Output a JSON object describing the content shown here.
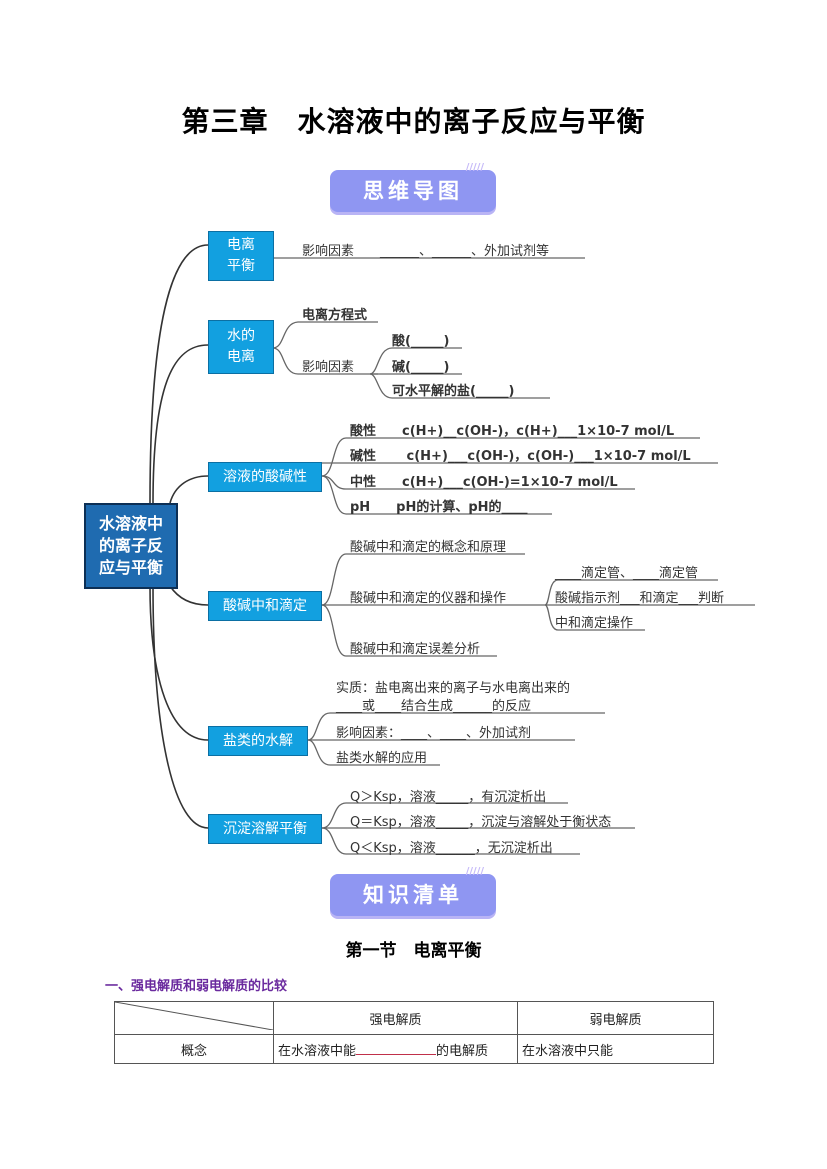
{
  "title": "第三章　水溶液中的离子反应与平衡",
  "banner_mindmap": "思维导图",
  "banner_knowledge": "知识清单",
  "colors": {
    "node": "#12a0e0",
    "root": "#1f6bb0",
    "banner": "#8f96f2",
    "subheading": "#6a2a9e"
  },
  "root": {
    "label": "水溶液中的离子反应与平衡",
    "lines": [
      "水溶液中",
      "的离子反",
      "应与平衡"
    ]
  },
  "branches": [
    {
      "lines": [
        "电离",
        "平衡"
      ],
      "leaves": [
        "影响因素　　______、______、外加试剂等"
      ]
    },
    {
      "lines": [
        "水的",
        "电离"
      ],
      "leaves": [
        "电离方程式",
        "影响因素"
      ],
      "subleaves": [
        "酸(_____)",
        "碱(_____)",
        "可水平解的盐(_____)"
      ]
    },
    {
      "lines": [
        "溶液的酸碱性"
      ],
      "leaves": [
        "酸性　　c(H+)__c(OH-)，c(H+)___1×10-7 mol/L",
        "碱性　　 c(H+)___c(OH-)，c(OH-)___1×10-7 mol/L",
        "中性　　c(H+)___c(OH-)=1×10-7 mol/L",
        "pH　　pH的计算、pH的____"
      ]
    },
    {
      "lines": [
        "酸碱中和滴定"
      ],
      "leaves": [
        "酸碱中和滴定的概念和原理",
        "酸碱中和滴定的仪器和操作",
        "酸碱中和滴定误差分析"
      ],
      "subleaves": [
        "____滴定管、____滴定管",
        "酸碱指示剂___和滴定___判断",
        "中和滴定操作"
      ]
    },
    {
      "lines": [
        "盐类的水解"
      ],
      "leaves": [
        "实质：盐电离出来的离子与水电离出来的",
        "____或____结合生成______的反应",
        "影响因素：____、____、外加试剂",
        "盐类水解的应用"
      ]
    },
    {
      "lines": [
        "沉淀溶解平衡"
      ],
      "leaves": [
        "Q＞Ksp，溶液_____，有沉淀析出",
        "Q＝Ksp，溶液_____，沉淀与溶解处于衡状态",
        "Q＜Ksp，溶液______，无沉淀析出"
      ]
    }
  ],
  "section_title": "第一节　电离平衡",
  "subheading": "一、强电解质和弱电解质的比较",
  "table": {
    "headers": [
      "",
      "强电解质",
      "弱电解质"
    ],
    "rows": [
      {
        "label": "概念",
        "strong_prefix": "在水溶液中能",
        "strong_suffix": "的电解质",
        "weak": "在水溶液中只能"
      }
    ]
  }
}
